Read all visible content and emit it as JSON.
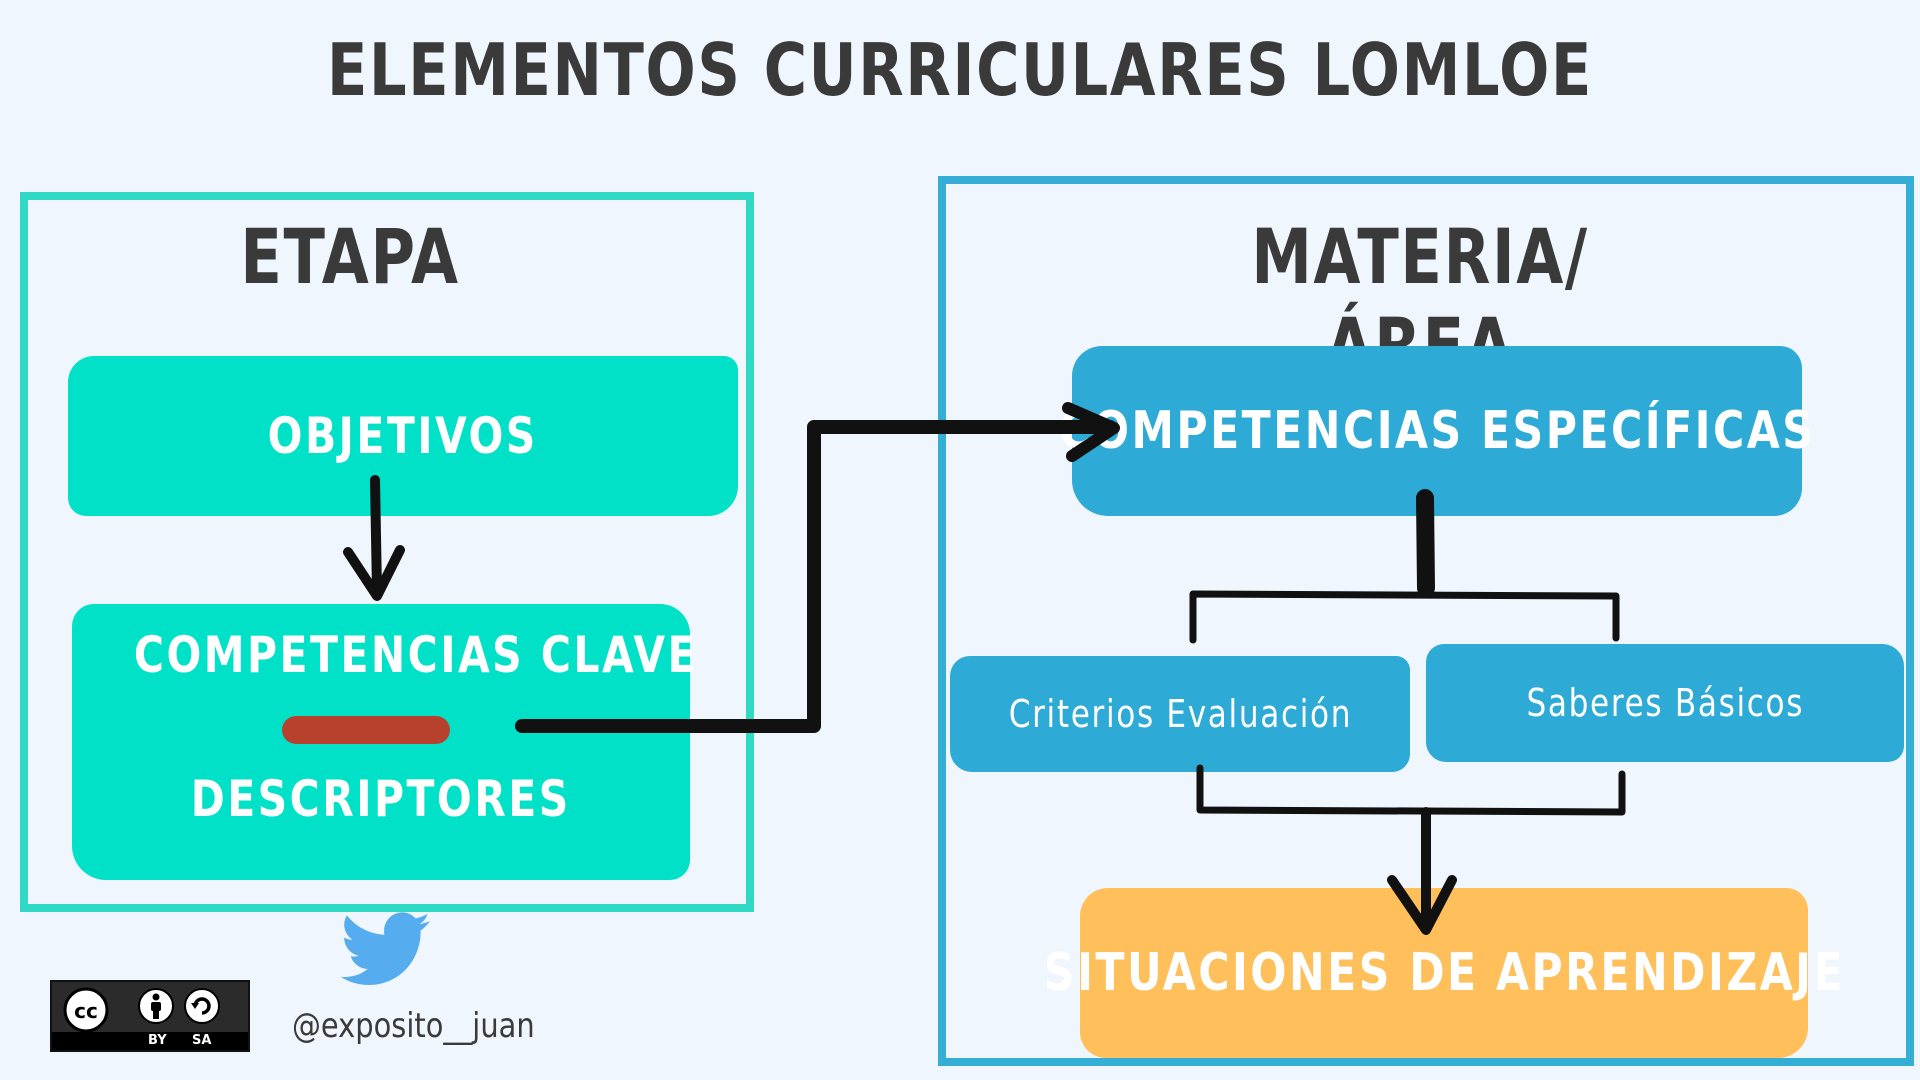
{
  "title": "ELEMENTOS CURRICULARES LOMLOE",
  "etapa": {
    "heading": "ETAPA",
    "objetivos": "OBJETIVOS",
    "competencias_clave": "COMPETENCIAS CLAVE",
    "descriptores": "DESCRIPTORES"
  },
  "materia": {
    "heading": "MATERIA/ÁREA",
    "competencias_especificas": "COMPETENCIAS ESPECÍFICAS",
    "criterios": "Criterios Evaluación",
    "saberes": "Saberes Básicos",
    "situaciones": "SITUACIONES DE APRENDIZAJE"
  },
  "footer": {
    "handle": "@exposito__juan",
    "license": {
      "icons": [
        "cc-icon",
        "by-person-icon",
        "sa-recycle-icon"
      ],
      "by_label": "BY",
      "sa_label": "SA"
    },
    "social_icon": "twitter-bird-icon"
  },
  "colors": {
    "background": "#f0f6fd",
    "etapa_frame": "#2fd9c5",
    "etapa_blob": "#00e1c8",
    "materia_frame": "#34aed4",
    "materia_blob": "#2eaad6",
    "situaciones_blob": "#ffbf5a",
    "separator_red": "#b8412e",
    "text_dark": "#3a3a3a"
  }
}
